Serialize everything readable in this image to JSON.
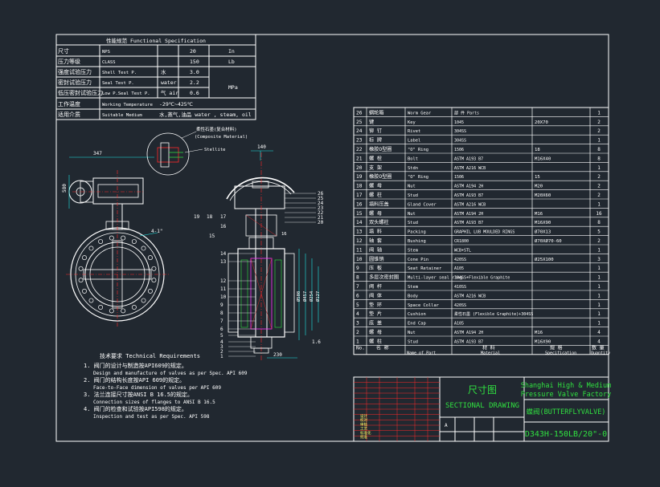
{
  "colors": {
    "background": "#212830",
    "frame": "#ffffff",
    "text": "#ffffff",
    "red": "#ff2a2a",
    "green": "#30e040",
    "cyan": "#20e8e8",
    "magenta": "#ff33ff"
  },
  "spec_table": {
    "title": "性能规范 Functional Specification",
    "rows": [
      {
        "cn": "尺寸",
        "en": "NPS",
        "v1": "",
        "v2": "20",
        "unit": "In"
      },
      {
        "cn": "压力等级",
        "en": "CLASS",
        "v1": "",
        "v2": "150",
        "unit": "Lb"
      },
      {
        "cn": "强度试验压力",
        "en": "Shell Test P.",
        "v1": "水",
        "v2": "3.0",
        "unit": ""
      },
      {
        "cn": "密封试验压力",
        "en": "Seal Test P.",
        "v1": "water",
        "v2": "2.2",
        "unit": "MPa"
      },
      {
        "cn": "低压密封试验压力",
        "en": "Low P.Seal Test P.",
        "v1": "气 air",
        "v2": "0.6",
        "unit": ""
      },
      {
        "cn": "工作温度",
        "en": "Working Temperature",
        "v1": "-29℃~425℃",
        "v2": "",
        "unit": ""
      },
      {
        "cn": "适用介质",
        "en": "Suitable Medium",
        "v1": "水,蒸气,油品  water , steam, oil",
        "v2": "",
        "unit": ""
      }
    ]
  },
  "parts_header": {
    "no": "No.",
    "name_cn": "名 称",
    "name_en": "Name of Part",
    "mat_cn": "材 料",
    "mat_en": "Material",
    "spec_cn": "规 格",
    "spec_en": "Specification",
    "qty_cn": "数 量",
    "qty_en": "Quantity"
  },
  "parts": [
    {
      "no": "26",
      "cn": "蜗轮箱",
      "en": "Worm Gear",
      "mat": "部 件   Parts",
      "spec": "",
      "qty": "1"
    },
    {
      "no": "25",
      "cn": "键",
      "en": "Key",
      "mat": "1045",
      "spec": "20X70",
      "qty": "2"
    },
    {
      "no": "24",
      "cn": "铆 钉",
      "en": "Rivet",
      "mat": "304SS",
      "spec": "",
      "qty": "2"
    },
    {
      "no": "23",
      "cn": "标 牌",
      "en": "Label",
      "mat": "304SS",
      "spec": "",
      "qty": "1"
    },
    {
      "no": "22",
      "cn": "橡胶O型圈",
      "en": "\"O\" Ring",
      "mat": "1506",
      "spec": "18",
      "qty": "8"
    },
    {
      "no": "21",
      "cn": "螺 栓",
      "en": "Bolt",
      "mat": "ASTM A193 B7",
      "spec": "M16X40",
      "qty": "8"
    },
    {
      "no": "20",
      "cn": "支 架",
      "en": "Stdn",
      "mat": "ASTM A216 WCB",
      "spec": "",
      "qty": "1"
    },
    {
      "no": "19",
      "cn": "橡胶O型圈",
      "en": "\"O\" Ring",
      "mat": "1506",
      "spec": "15",
      "qty": "2"
    },
    {
      "no": "18",
      "cn": "螺 母",
      "en": "Nut",
      "mat": "ASTM A194 2H",
      "spec": "M20",
      "qty": "2"
    },
    {
      "no": "17",
      "cn": "螺 柱",
      "en": "Stud",
      "mat": "ASTM A193 B7",
      "spec": "M20X60",
      "qty": "2"
    },
    {
      "no": "16",
      "cn": "填料压盖",
      "en": "Gland Cover",
      "mat": "ASTM A216 WCB",
      "spec": "",
      "qty": "1"
    },
    {
      "no": "15",
      "cn": "螺 母",
      "en": "Nut",
      "mat": "ASTM A194 2H",
      "spec": "M16",
      "qty": "16"
    },
    {
      "no": "14",
      "cn": "双头螺柱",
      "en": "Stud",
      "mat": "ASTM A193 B7",
      "spec": "M16X90",
      "qty": "8"
    },
    {
      "no": "13",
      "cn": "填 料",
      "en": "Packing",
      "mat": "GRAPHIL LUB MOULDED RINGS",
      "spec": "Ø70X13",
      "qty": "5"
    },
    {
      "no": "12",
      "cn": "轴 套",
      "en": "Bushing",
      "mat": "CR1800",
      "spec": "Ø70XØ70-60",
      "qty": "2"
    },
    {
      "no": "11",
      "cn": "阀 轴",
      "en": "Stem",
      "mat": "WCB+STL",
      "spec": "",
      "qty": "1"
    },
    {
      "no": "10",
      "cn": "圆锥销",
      "en": "Cone Pin",
      "mat": "420SS",
      "spec": "Ø25X100",
      "qty": "3"
    },
    {
      "no": "9",
      "cn": "压 板",
      "en": "Seat Retainer",
      "mat": "A105",
      "spec": "",
      "qty": "1"
    },
    {
      "no": "8",
      "cn": "多层次密封圈",
      "en": "Multi-layer seal ring",
      "mat": "304SS+Flexible Graphite",
      "spec": "",
      "qty": "1"
    },
    {
      "no": "7",
      "cn": "阀 杆",
      "en": "Stem",
      "mat": "410SS",
      "spec": "",
      "qty": "1"
    },
    {
      "no": "6",
      "cn": "阀 体",
      "en": "Body",
      "mat": "ASTM A216 WCB",
      "spec": "",
      "qty": "1"
    },
    {
      "no": "5",
      "cn": "垫 环",
      "en": "Space Collar",
      "mat": "420SS",
      "spec": "",
      "qty": "1"
    },
    {
      "no": "4",
      "cn": "垫 片",
      "en": "Cushion",
      "mat": "柔性石墨 (Flexible Graphite)+304SS",
      "spec": "",
      "qty": "1"
    },
    {
      "no": "3",
      "cn": "底 盖",
      "en": "End Cap",
      "mat": "A105",
      "spec": "",
      "qty": "1"
    },
    {
      "no": "2",
      "cn": "螺 母",
      "en": "Nut",
      "mat": "ASTM A194 2H",
      "spec": "M16",
      "qty": "4"
    },
    {
      "no": "1",
      "cn": "螺 柱",
      "en": "Stud",
      "mat": "ASTM A193 B7",
      "spec": "M16X90",
      "qty": "4"
    }
  ],
  "title_block": {
    "drawing_cn": "尺寸图",
    "drawing_en": "SECTIONAL DRAWING",
    "company1": "Shanghai High & Medium",
    "company2": "Pressure Valve Factory",
    "product": "蝶阀(BUTTERFLYVALVE)",
    "model": "D343H-150LB/20\"-0",
    "mark": "A",
    "r1": "设计",
    "r2": "校对",
    "r3": "审核",
    "r4": "工艺",
    "r5": "标准化",
    "r6": "批准"
  },
  "requirements": {
    "title": "技术要求 Technical Requirements",
    "items": [
      {
        "cn": "1. 阀门的设计与制造按API609的规定。",
        "en": "Design and manufacture of valves as per Spec. API 609"
      },
      {
        "cn": "2. 阀门的结构长度按API 609的规定。",
        "en": "Face-to-Face dimension of valves per API 609"
      },
      {
        "cn": "3. 法兰连接尺寸按ANSI B 16.5的规定。",
        "en": "Connection sizes of flanges to ANSI B 16.5"
      },
      {
        "cn": "4. 阀门的检查和试验按API598的规定。",
        "en": "Inspection and test as per Spec. API 598"
      }
    ]
  },
  "drawing_labels": {
    "composite_cn": "柔性石墨(复合材料)",
    "composite_en": "(Composite Material)",
    "stellite": "Stellite",
    "dim_top": "140",
    "dim_left": "347",
    "dim_h": "580",
    "dim_dia": "4-1\"",
    "dim_230": "230",
    "dim_16": "1.6",
    "dim_16b": "16",
    "vert_dims": [
      "Ø127",
      "Ø254",
      "Ø457",
      "Ø508"
    ],
    "callouts_left": [
      "19",
      "18",
      "17",
      "16",
      "15",
      "14",
      "13",
      "12",
      "11",
      "10",
      "9",
      "8",
      "7",
      "6",
      "5",
      "4",
      "3",
      "2",
      "1"
    ],
    "callouts_right": [
      "26",
      "25",
      "24",
      "23",
      "22",
      "21",
      "20"
    ]
  }
}
